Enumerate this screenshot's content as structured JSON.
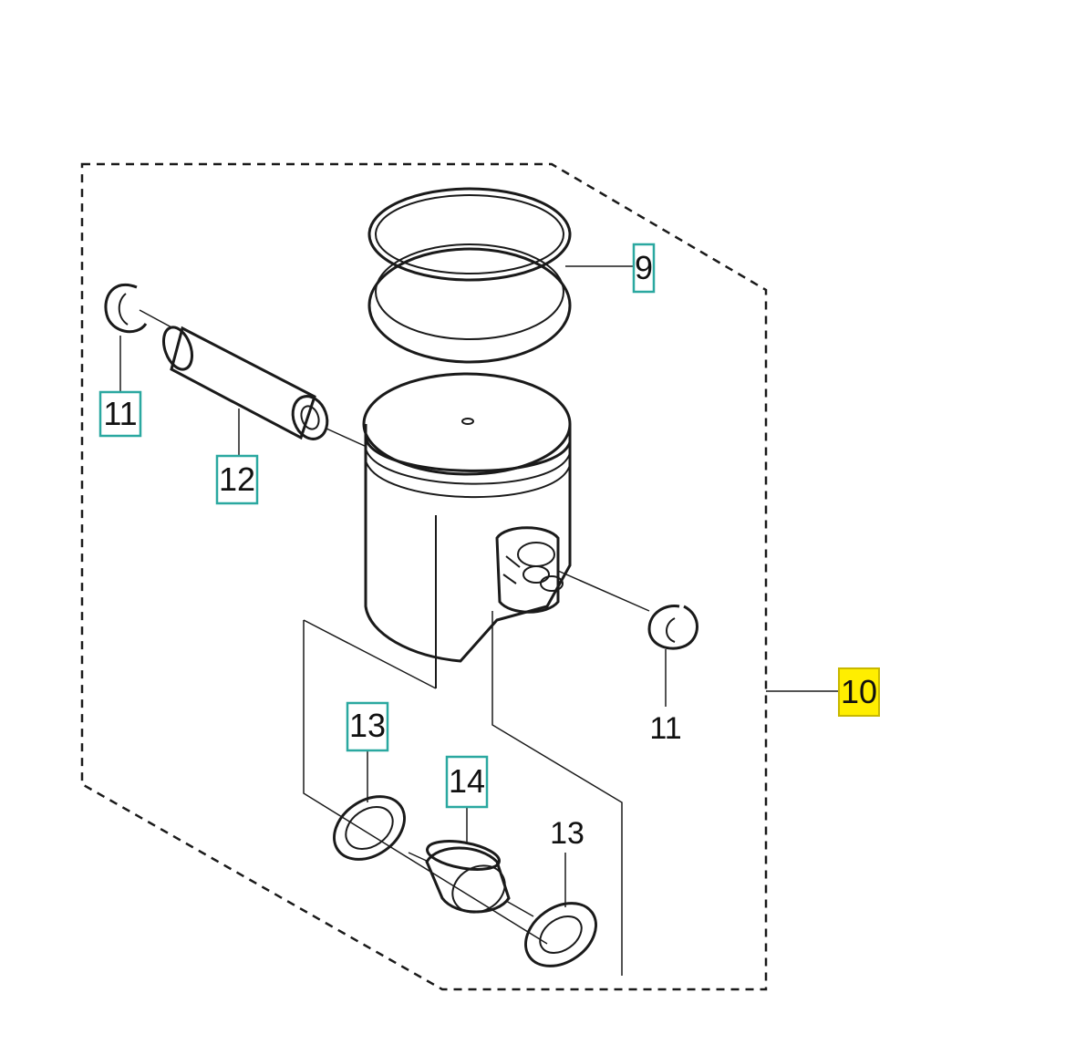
{
  "callouts": {
    "piston_rings": "9",
    "piston_assembly": "10",
    "circlip_left": "11",
    "circlip_right": "11",
    "piston_pin": "12",
    "washer_upper": "13",
    "washer_lower": "13",
    "bearing": "14"
  },
  "colors": {
    "callout_box": "#2aa8a0",
    "highlight": "#ffee00",
    "line": "#1a1a1a"
  }
}
